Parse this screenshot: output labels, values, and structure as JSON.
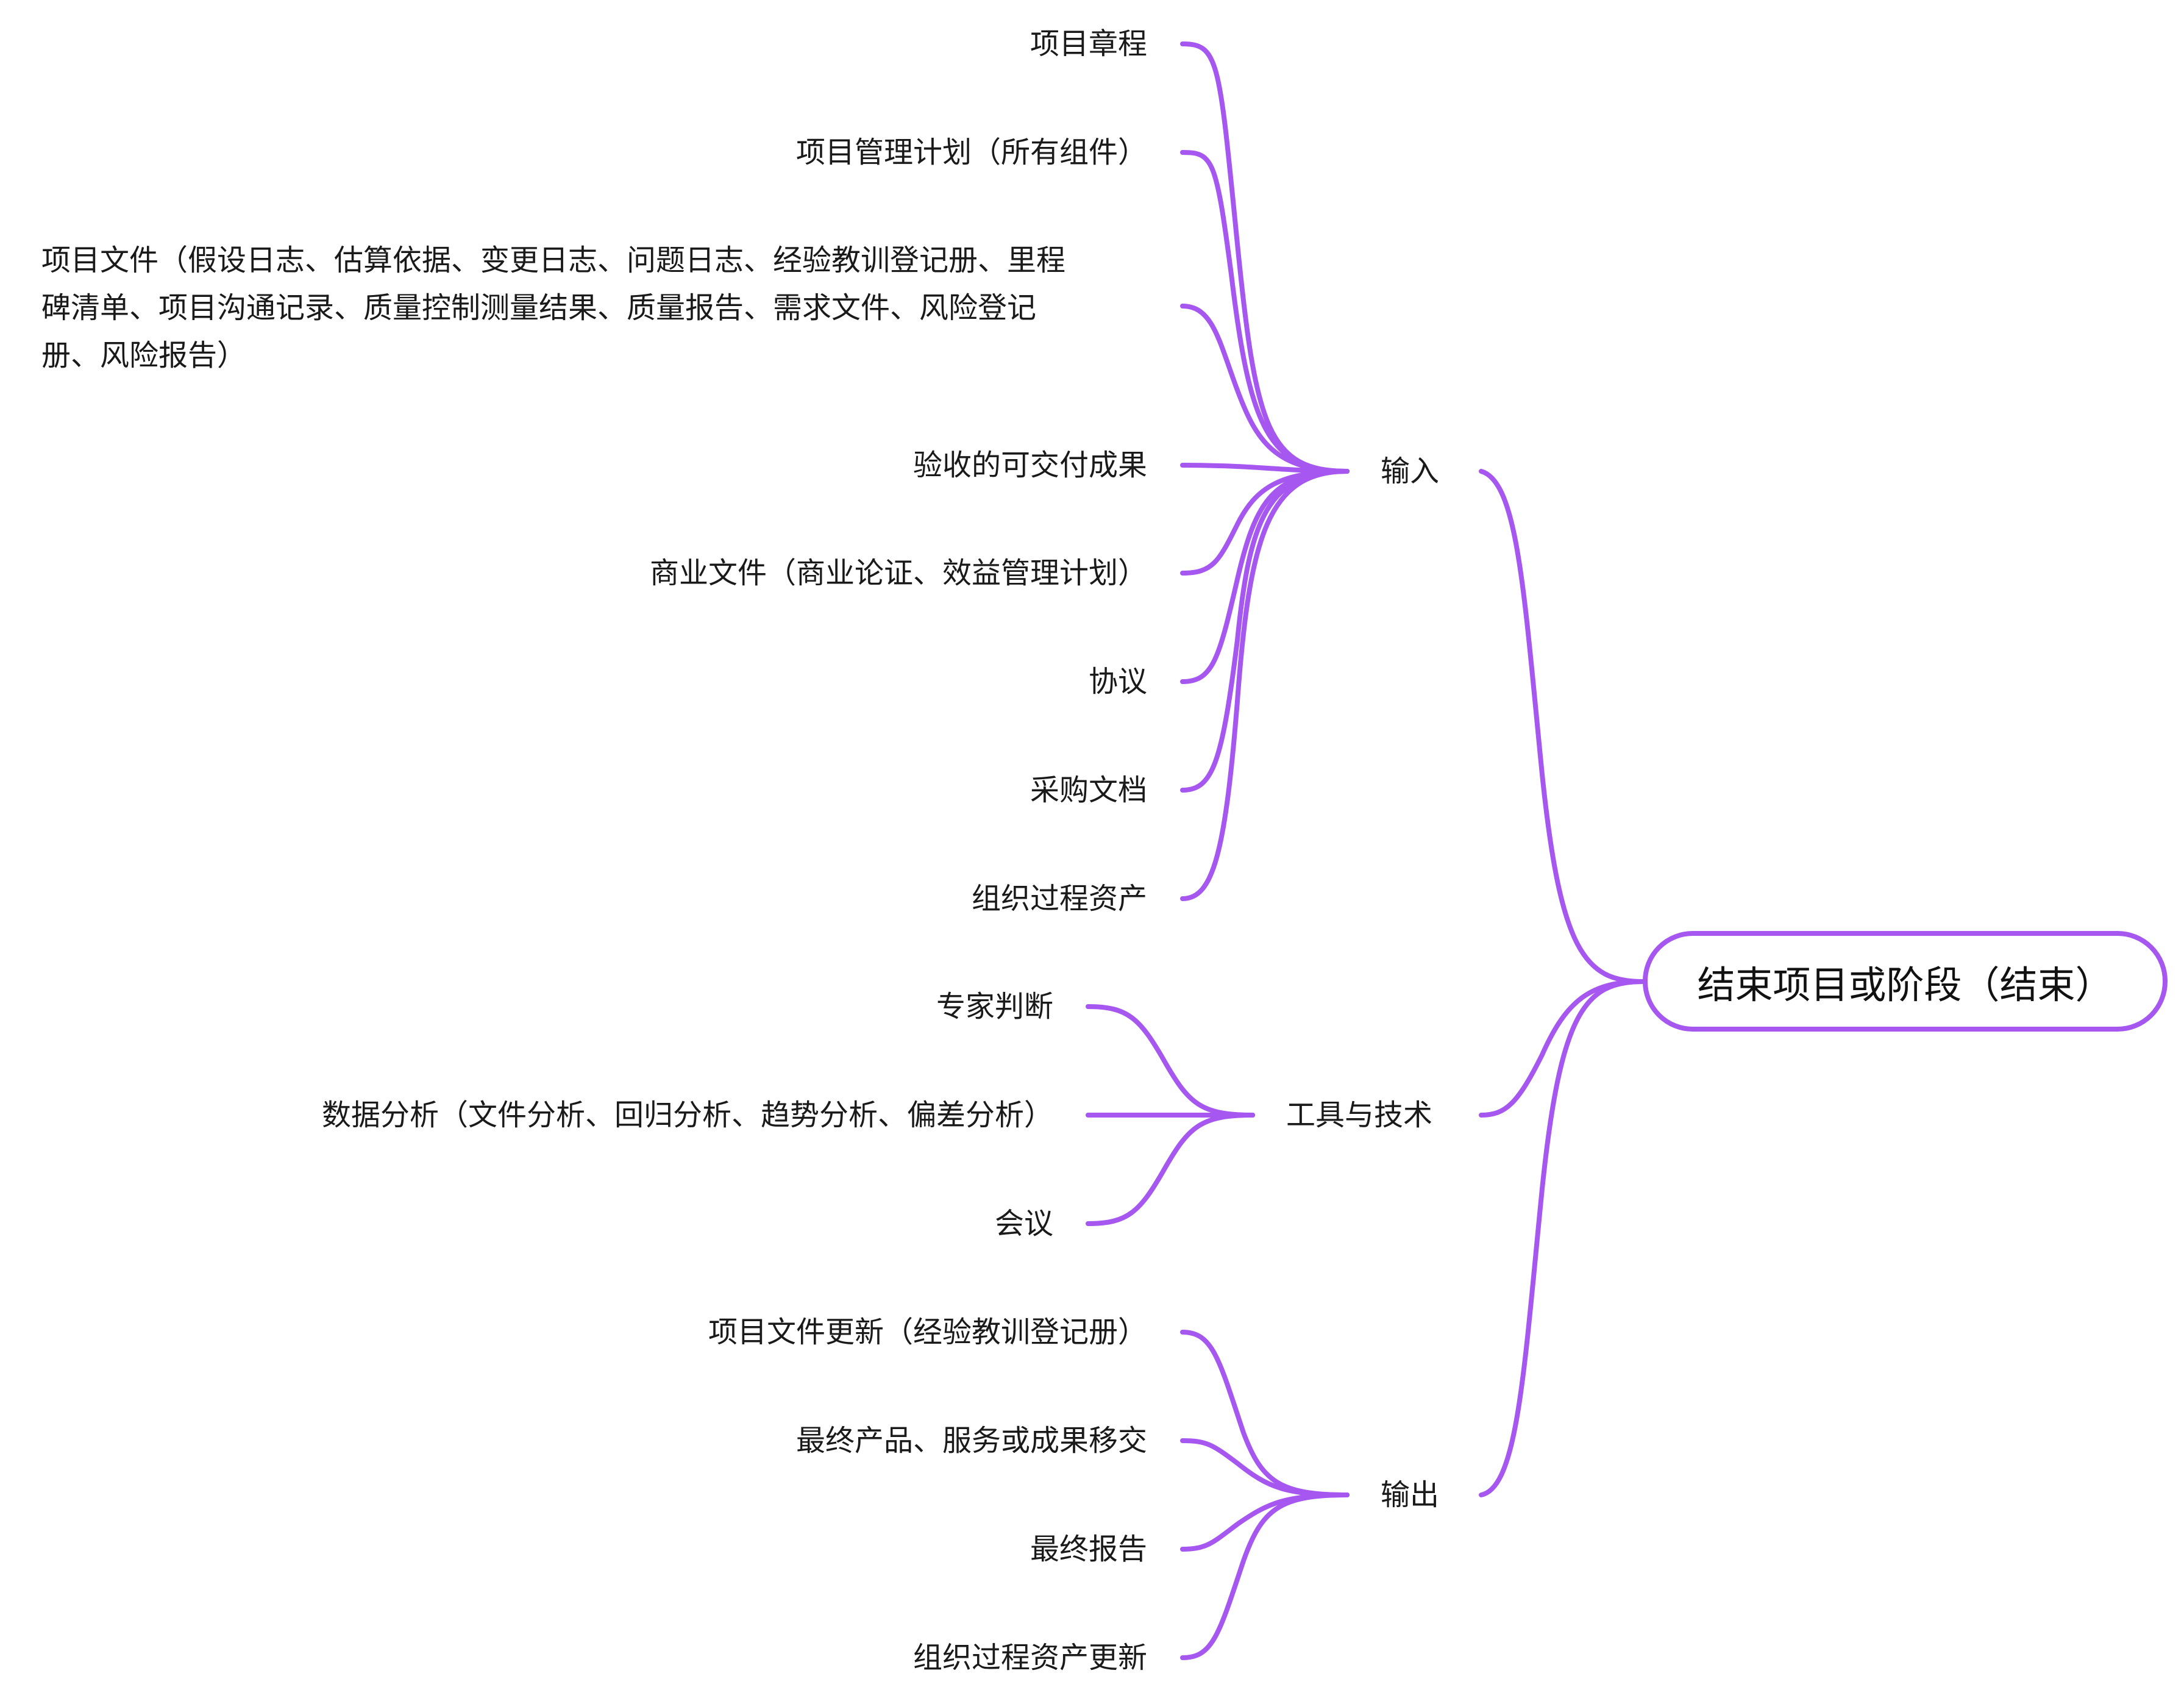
{
  "root": "结束项目或阶段（结束）",
  "branches": {
    "inputs": {
      "label": "输入",
      "items": [
        "项目章程",
        "项目管理计划（所有组件）",
        [
          "项目文件（假设日志、估算依据、变更日志、问题日志、经验教训登记册、里程",
          "碑清单、项目沟通记录、质量控制测量结果、质量报告、需求文件、风险登记",
          "册、风险报告）"
        ],
        "验收的可交付成果",
        "商业文件（商业论证、效益管理计划）",
        "协议",
        "采购文档",
        "组织过程资产"
      ]
    },
    "tools": {
      "label": "工具与技术",
      "items": [
        "专家判断",
        "数据分析（文件分析、回归分析、趋势分析、偏差分析）",
        "会议"
      ]
    },
    "outputs": {
      "label": "输出",
      "items": [
        "项目文件更新（经验教训登记册）",
        "最终产品、服务或成果移交",
        "最终报告",
        "组织过程资产更新"
      ]
    }
  },
  "colors": {
    "connector": "#a557f0",
    "text": "#1a1a1a",
    "background": "#ffffff"
  }
}
